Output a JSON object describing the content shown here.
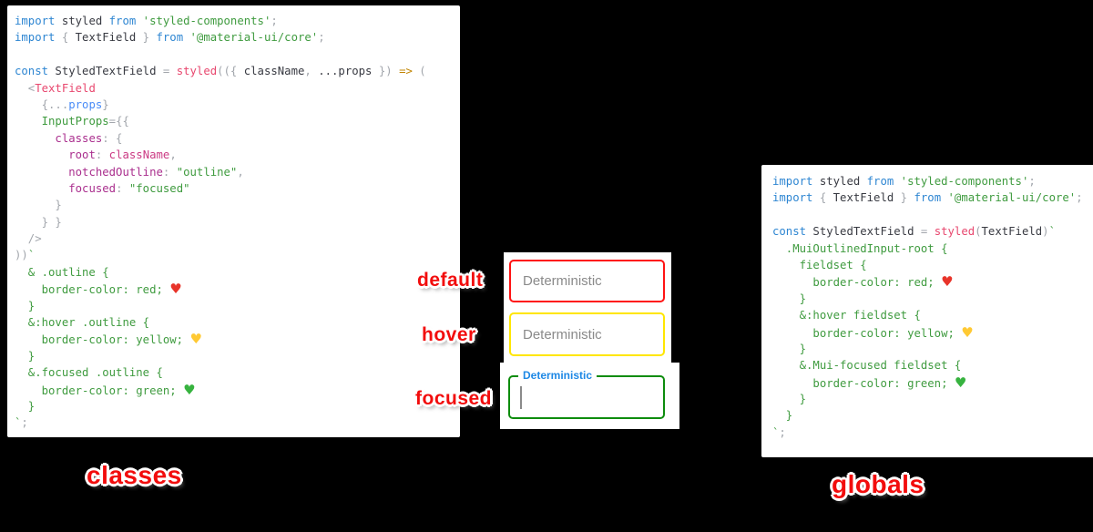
{
  "canvas": {
    "background": "#000000"
  },
  "colors": {
    "keyword_blue": "#2e86d2",
    "string_green": "#3f9b3f",
    "component_pink": "#e8486f",
    "property_magenta": "#aa2f8e",
    "variable_blue": "#4a8cf7",
    "arrow_orange": "#c18401",
    "punctuation_gray": "#a2a6ac",
    "annotation_red": "#f20d0d",
    "field_default_border": "#ff1313",
    "field_hover_border": "#ffe600",
    "field_focused_border": "#0d8c0d",
    "focused_label_blue": "#1e88e5",
    "placeholder_gray": "#8a8a8a"
  },
  "left_code": {
    "lines": [
      [
        [
          "kw",
          "import"
        ],
        [
          "pl",
          " styled "
        ],
        [
          "kw",
          "from"
        ],
        [
          "str",
          " 'styled-components'"
        ],
        [
          "pun",
          ";"
        ]
      ],
      [
        [
          "kw",
          "import"
        ],
        [
          "pun",
          " { "
        ],
        [
          "pl",
          "TextField"
        ],
        [
          "pun",
          " } "
        ],
        [
          "kw",
          "from"
        ],
        [
          "str",
          " '@material-ui/core'"
        ],
        [
          "pun",
          ";"
        ]
      ],
      [],
      [
        [
          "kw",
          "const"
        ],
        [
          "pl",
          " StyledTextField "
        ],
        [
          "pun",
          "= "
        ],
        [
          "tag",
          "styled"
        ],
        [
          "pun",
          "(({ "
        ],
        [
          "pl",
          "className"
        ],
        [
          "pun",
          ", "
        ],
        [
          "pl",
          "...props"
        ],
        [
          "pun",
          " }) "
        ],
        [
          "arrow",
          "=>"
        ],
        [
          "pun",
          " ("
        ]
      ],
      [
        [
          "pun",
          "  <"
        ],
        [
          "tag",
          "TextField"
        ]
      ],
      [
        [
          "pun",
          "    {..."
        ],
        [
          "var",
          "props"
        ],
        [
          "pun",
          "}"
        ]
      ],
      [
        [
          "pun",
          "    "
        ],
        [
          "str",
          "InputProps"
        ],
        [
          "pun",
          "={{"
        ]
      ],
      [
        [
          "pun",
          "      "
        ],
        [
          "prop",
          "classes"
        ],
        [
          "pun",
          ": {"
        ]
      ],
      [
        [
          "pun",
          "        "
        ],
        [
          "prop",
          "root"
        ],
        [
          "pun",
          ": "
        ],
        [
          "cname",
          "className"
        ],
        [
          "pun",
          ","
        ]
      ],
      [
        [
          "pun",
          "        "
        ],
        [
          "prop",
          "notchedOutline"
        ],
        [
          "pun",
          ": "
        ],
        [
          "str",
          "\"outline\""
        ],
        [
          "pun",
          ","
        ]
      ],
      [
        [
          "pun",
          "        "
        ],
        [
          "prop",
          "focused"
        ],
        [
          "pun",
          ": "
        ],
        [
          "str",
          "\"focused\""
        ]
      ],
      [
        [
          "pun",
          "      }"
        ]
      ],
      [
        [
          "pun",
          "    } }"
        ]
      ],
      [
        [
          "pun",
          "  />"
        ]
      ],
      [
        [
          "pun",
          "))"
        ],
        [
          "str",
          "`"
        ]
      ],
      [
        [
          "css",
          "  & .outline {"
        ]
      ],
      [
        [
          "css",
          "    border-color: red; "
        ],
        [
          "hr",
          "♥"
        ]
      ],
      [
        [
          "css",
          "  }"
        ]
      ],
      [
        [
          "css",
          "  &:hover .outline {"
        ]
      ],
      [
        [
          "css",
          "    border-color: yellow; "
        ],
        [
          "hy",
          "♥"
        ]
      ],
      [
        [
          "css",
          "  }"
        ]
      ],
      [
        [
          "css",
          "  &.focused .outline {"
        ]
      ],
      [
        [
          "css",
          "    border-color: green; "
        ],
        [
          "hg",
          "♥"
        ]
      ],
      [
        [
          "css",
          "  }"
        ]
      ],
      [
        [
          "str",
          "`"
        ],
        [
          "pun",
          ";"
        ]
      ]
    ]
  },
  "right_code": {
    "lines": [
      [
        [
          "kw",
          "import"
        ],
        [
          "pl",
          " styled "
        ],
        [
          "kw",
          "from"
        ],
        [
          "str",
          " 'styled-components'"
        ],
        [
          "pun",
          ";"
        ]
      ],
      [
        [
          "kw",
          "import"
        ],
        [
          "pun",
          " { "
        ],
        [
          "pl",
          "TextField"
        ],
        [
          "pun",
          " } "
        ],
        [
          "kw",
          "from"
        ],
        [
          "str",
          " '@material-ui/core'"
        ],
        [
          "pun",
          ";"
        ]
      ],
      [],
      [
        [
          "kw",
          "const"
        ],
        [
          "pl",
          " StyledTextField "
        ],
        [
          "pun",
          "= "
        ],
        [
          "tag",
          "styled"
        ],
        [
          "pun",
          "("
        ],
        [
          "pl",
          "TextField"
        ],
        [
          "pun",
          ")"
        ],
        [
          "str",
          "`"
        ]
      ],
      [
        [
          "css",
          "  .MuiOutlinedInput-root {"
        ]
      ],
      [
        [
          "css",
          "    fieldset {"
        ]
      ],
      [
        [
          "css",
          "      border-color: red; "
        ],
        [
          "hr",
          "♥"
        ]
      ],
      [
        [
          "css",
          "    }"
        ]
      ],
      [
        [
          "css",
          "    &:hover fieldset {"
        ]
      ],
      [
        [
          "css",
          "      border-color: yellow; "
        ],
        [
          "hy",
          "♥"
        ]
      ],
      [
        [
          "css",
          "    }"
        ]
      ],
      [
        [
          "css",
          "    &.Mui-focused fieldset {"
        ]
      ],
      [
        [
          "css",
          "      border-color: green; "
        ],
        [
          "hg",
          "♥"
        ]
      ],
      [
        [
          "css",
          "    }"
        ]
      ],
      [
        [
          "css",
          "  }"
        ]
      ],
      [
        [
          "str",
          "`"
        ],
        [
          "pun",
          ";"
        ]
      ]
    ]
  },
  "preview": {
    "default_field": {
      "placeholder": "Deterministic"
    },
    "hover_field": {
      "placeholder": "Deterministic"
    },
    "focused_field": {
      "label": "Deterministic",
      "value": ""
    }
  },
  "annotations": {
    "default": "default",
    "hover": "hover",
    "focused": "focused",
    "left_caption": "classes",
    "right_caption": "globals"
  }
}
